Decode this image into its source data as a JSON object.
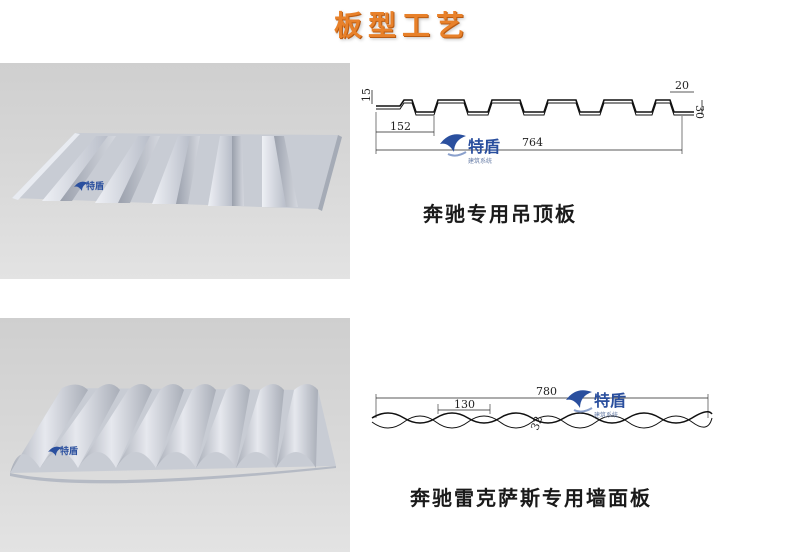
{
  "page": {
    "title": "板型工艺"
  },
  "brand": {
    "name": "特盾",
    "tagline": "建筑系统"
  },
  "products": [
    {
      "caption": "奔驰专用吊顶板",
      "dimensions": {
        "height": "15",
        "rib_width": "152",
        "cover_width": "764",
        "top_width": "20",
        "depth": "30"
      }
    },
    {
      "caption": "奔驰雷克萨斯专用墙面板",
      "dimensions": {
        "cover_width": "780",
        "pitch": "130",
        "depth": "32"
      }
    }
  ],
  "colors": {
    "title": "#e8812a",
    "brand_blue": "#2a4f9e",
    "panel_metal": "#c4c9d2"
  }
}
